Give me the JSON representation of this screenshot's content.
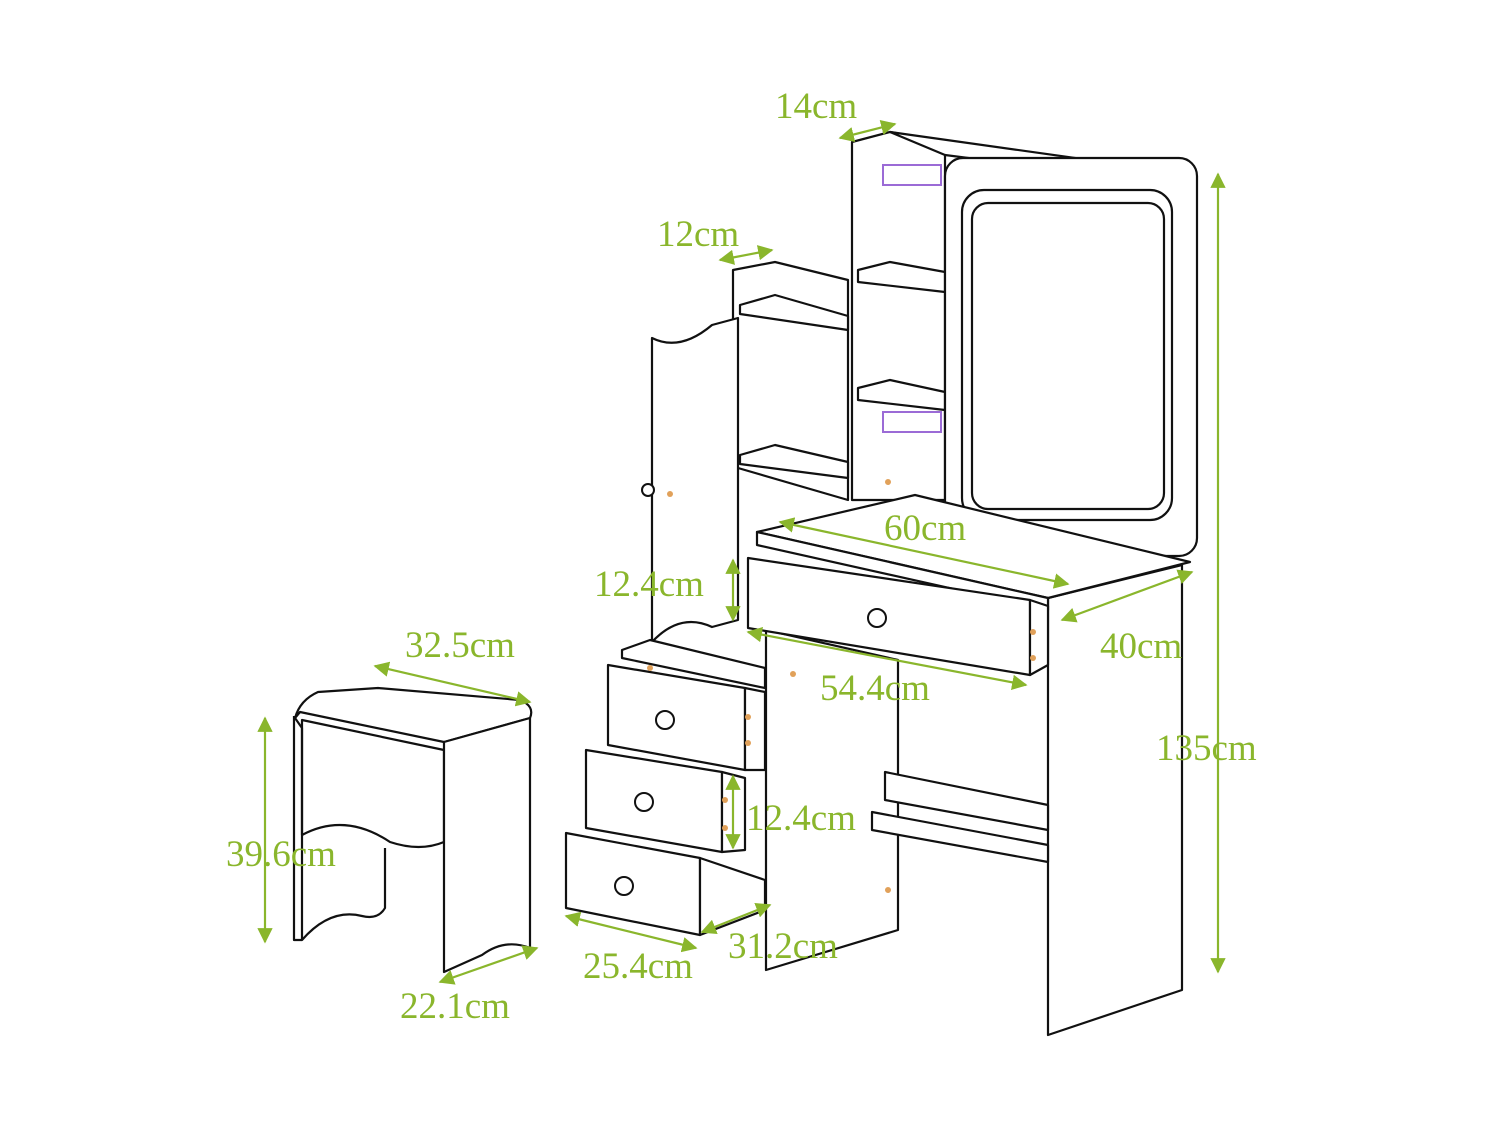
{
  "colors": {
    "dimension": "#8ab62c",
    "outline": "#111111",
    "led_strip": "#9b6bd6",
    "screw": "#e1a15a"
  },
  "dimensions": {
    "top_shelf_depth": "14cm",
    "side_shelf_depth": "12cm",
    "desk_width": "60cm",
    "desk_depth": "40cm",
    "drawer_height_upper": "12.4cm",
    "drawer_width": "54.4cm",
    "total_height": "135cm",
    "drawer_height_side": "12.4cm",
    "side_drawer_depth": "31.2cm",
    "side_drawer_width": "25.4cm",
    "stool_width": "32.5cm",
    "stool_height": "39.6cm",
    "stool_depth": "22.1cm"
  }
}
